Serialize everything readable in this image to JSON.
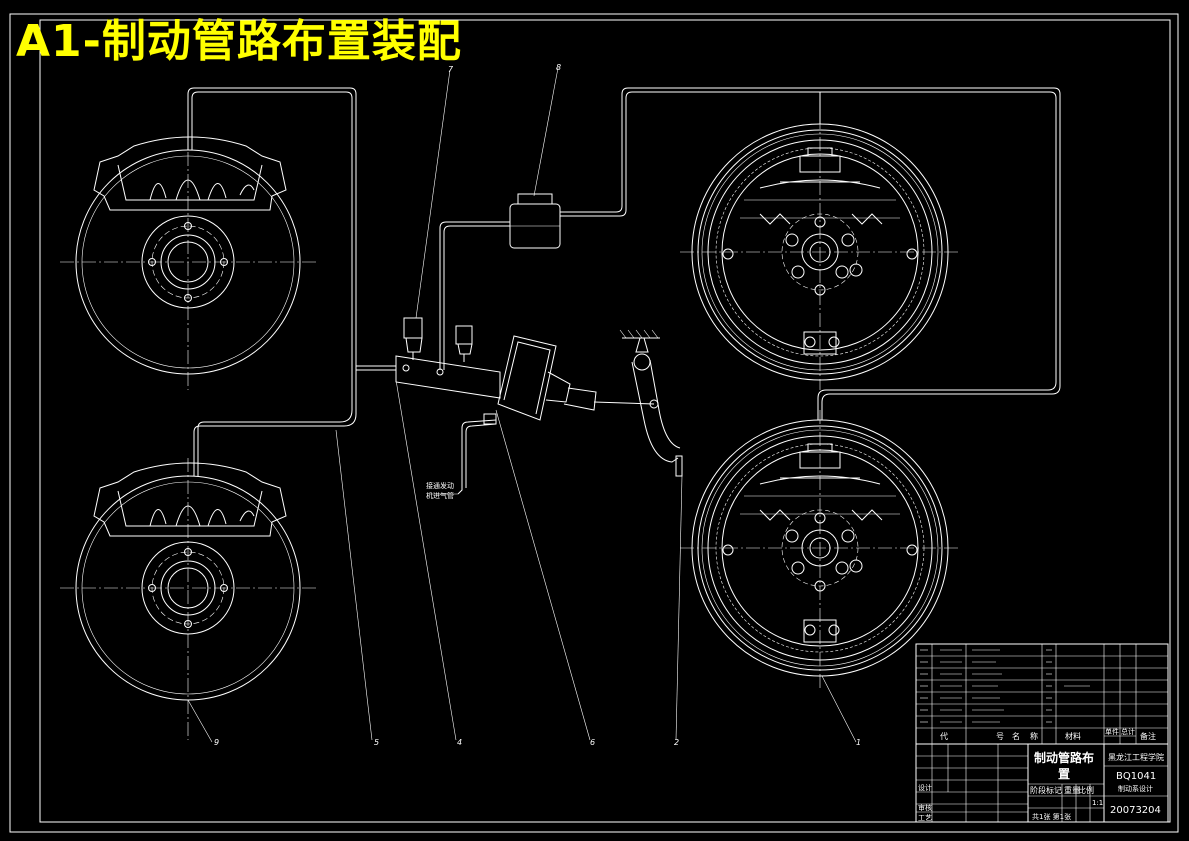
{
  "title": "A1-制动管路布置装配",
  "colors": {
    "background": "#000000",
    "lines": "#ffffff",
    "title": "#ffff00"
  },
  "callouts": {
    "c1": "1",
    "c2": "2",
    "c4": "4",
    "c5": "5",
    "c6": "6",
    "c7": "7",
    "c8": "8",
    "c9": "9"
  },
  "note": [
    "接通发动",
    "机进气管"
  ],
  "title_block": {
    "drawing_name_line1": "制动管路布",
    "drawing_name_line2": "置",
    "school": "黑龙江工程学院",
    "drawing_code": "BQ1041",
    "project": "制动系设计",
    "student_no": "20073204",
    "stage_label": "阶段标记",
    "weight_label": "重量",
    "scale_label": "比例",
    "scale_value": "1:1",
    "hdr_code": "代",
    "hdr_code2": "号",
    "hdr_name": "名",
    "hdr_name2": "称",
    "hdr_material": "材料",
    "hdr_single": "单件",
    "hdr_total": "总计",
    "hdr_remark": "备注",
    "design": "设计",
    "review": "审核",
    "process": "工艺",
    "sheet_info": "共1张 第1张"
  }
}
